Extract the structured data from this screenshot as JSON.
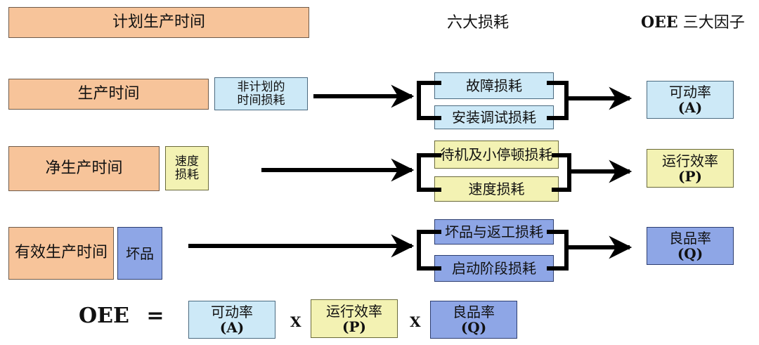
{
  "headers": {
    "planned_time": "计划生产时间",
    "six_losses": "六大损耗",
    "oee_prefix": "OEE",
    "oee_factors_suffix": "三大因子"
  },
  "rows": [
    {
      "time_label": "生产时间",
      "loss_label_line1": "非计划的",
      "loss_label_line2": "时间损耗",
      "losses": [
        "故障损耗",
        "安装调试损耗"
      ],
      "factor_name": "可动率",
      "factor_symbol": "(A)"
    },
    {
      "time_label": "净生产时间",
      "loss_label_line1": "速度",
      "loss_label_line2": "损耗",
      "losses": [
        "待机及小停顿损耗",
        "速度损耗"
      ],
      "factor_name": "运行效率",
      "factor_symbol": "(P)"
    },
    {
      "time_label": "有效生产时间",
      "loss_label_line1": "坏品",
      "loss_label_line2": "",
      "losses": [
        "坏品与返工损耗",
        "启动阶段损耗"
      ],
      "factor_name": "良品率",
      "factor_symbol": "(Q)"
    }
  ],
  "formula": {
    "lhs": "OEE",
    "equals": "=",
    "times": "X",
    "terms": [
      {
        "name": "可动率",
        "symbol": "(A)"
      },
      {
        "name": "运行效率",
        "symbol": "(P)"
      },
      {
        "name": "良品率",
        "symbol": "(Q)"
      }
    ]
  },
  "colors": {
    "planned": "#f7c49a",
    "availability": "#cde9f7",
    "performance": "#f3f2b3",
    "quality": "#8ea6e6",
    "arrow": "#000000"
  }
}
